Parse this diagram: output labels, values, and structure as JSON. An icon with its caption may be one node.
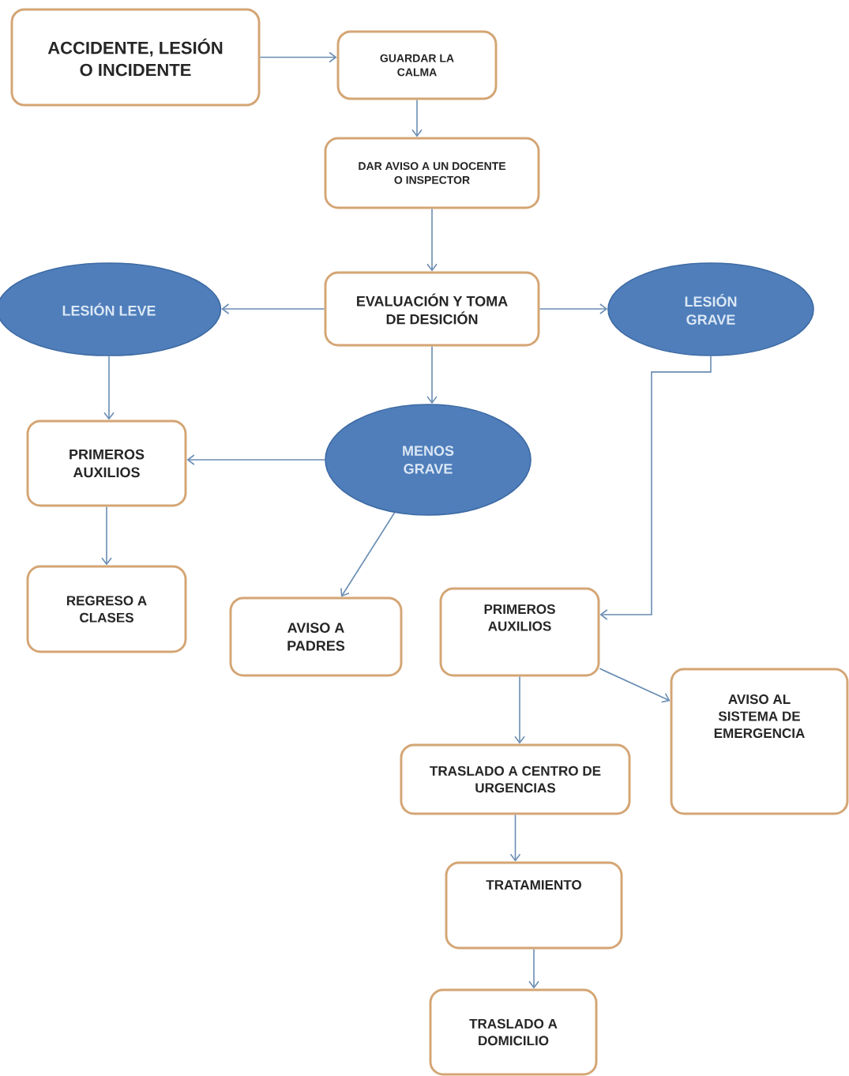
{
  "diagram": {
    "nodes": [
      {
        "text": [
          "ACCIDENTE, LESIÓN O INCIDENTE"
        ]
      },
      {
        "text": [
          "GUARDAR LA CALMA"
        ]
      },
      {
        "text": [
          "DAR AVISO A UN DOCENTE O INSPECTOR"
        ]
      },
      {
        "text": [
          "LESIÓN LEVE"
        ]
      },
      {
        "text": [
          "EVALUACIÓN Y TOMA DE DESICIÓN"
        ]
      },
      {
        "text": [
          "LESIÓN GRAVE"
        ]
      },
      {
        "text": [
          "PRIMEROS AUXILIOS"
        ]
      },
      {
        "text": [
          "MENOS GRAVE"
        ]
      },
      {
        "text": [
          "REGRESO A CLASES"
        ]
      },
      {
        "text": [
          "AVISO A PADRES"
        ]
      },
      {
        "text": [
          "PRIMEROS AUXILIOS"
        ]
      },
      {
        "text": [
          "AVISO AL SISTEMA DE EMERGENCIA"
        ]
      },
      {
        "text": [
          "TRASLADO A CENTRO DE URGENCIAS"
        ]
      },
      {
        "text": [
          "TRATAMIENTO"
        ]
      },
      {
        "text": [
          "TRASLADO A DOMICILIO"
        ]
      }
    ],
    "edges": [
      {
        "from": 0,
        "to": 1,
        "arrow": "to"
      },
      {
        "from": 1,
        "to": 2,
        "arrow": "to"
      },
      {
        "from": 2,
        "to": 4,
        "arrow": "to"
      },
      {
        "from": 4,
        "to": 3,
        "arrow": "to"
      },
      {
        "from": 4,
        "to": 5,
        "arrow": "to"
      },
      {
        "from": 4,
        "to": 7,
        "arrow": "to"
      },
      {
        "from": 3,
        "to": 6,
        "arrow": "to"
      },
      {
        "from": 7,
        "to": 6,
        "arrow": "to"
      },
      {
        "from": 6,
        "to": 8,
        "arrow": "to"
      },
      {
        "from": 7,
        "to": 9,
        "arrow": "to"
      },
      {
        "from": 5,
        "to": 10,
        "arrow": "to"
      },
      {
        "from": 10,
        "to": 11,
        "arrow": "to"
      },
      {
        "from": 10,
        "to": 12,
        "arrow": "to"
      },
      {
        "from": 12,
        "to": 13,
        "arrow": "to"
      },
      {
        "from": 13,
        "to": 14,
        "arrow": "to"
      }
    ]
  }
}
